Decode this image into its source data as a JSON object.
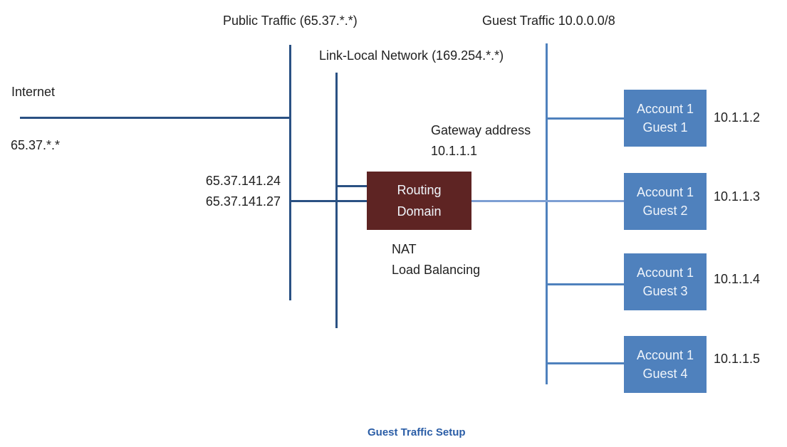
{
  "colors": {
    "line_dark": "#2a5183",
    "line_medium": "#4f81bd",
    "line_light": "#7d9fd3",
    "guest_box": "#4f81bd",
    "routing_box": "#5e2423",
    "box_text": "#f0f5fb",
    "caption": "#2a5da6",
    "text": "#212121",
    "bg": "#ffffff"
  },
  "labels": {
    "public_traffic": "Public Traffic (65.37.*.*)",
    "guest_traffic": "Guest Traffic 10.0.0.0/8",
    "link_local": "Link-Local Network (169.254.*.*)",
    "internet": "Internet",
    "internet_ip": "65.37.*.*",
    "public_ip_1": "65.37.141.24",
    "public_ip_2": "65.37.141.27",
    "gateway_line1": "Gateway address",
    "gateway_line2": "10.1.1.1",
    "nat": "NAT",
    "load_balancing": "Load Balancing",
    "caption": "Guest Traffic Setup"
  },
  "routing_domain": {
    "line1": "Routing",
    "line2": "Domain"
  },
  "guests": [
    {
      "line1": "Account 1",
      "line2": "Guest 1",
      "ip": "10.1.1.2"
    },
    {
      "line1": "Account 1",
      "line2": "Guest 2",
      "ip": "10.1.1.3"
    },
    {
      "line1": "Account 1",
      "line2": "Guest 3",
      "ip": "10.1.1.4"
    },
    {
      "line1": "Account 1",
      "line2": "Guest 4",
      "ip": "10.1.1.5"
    }
  ]
}
